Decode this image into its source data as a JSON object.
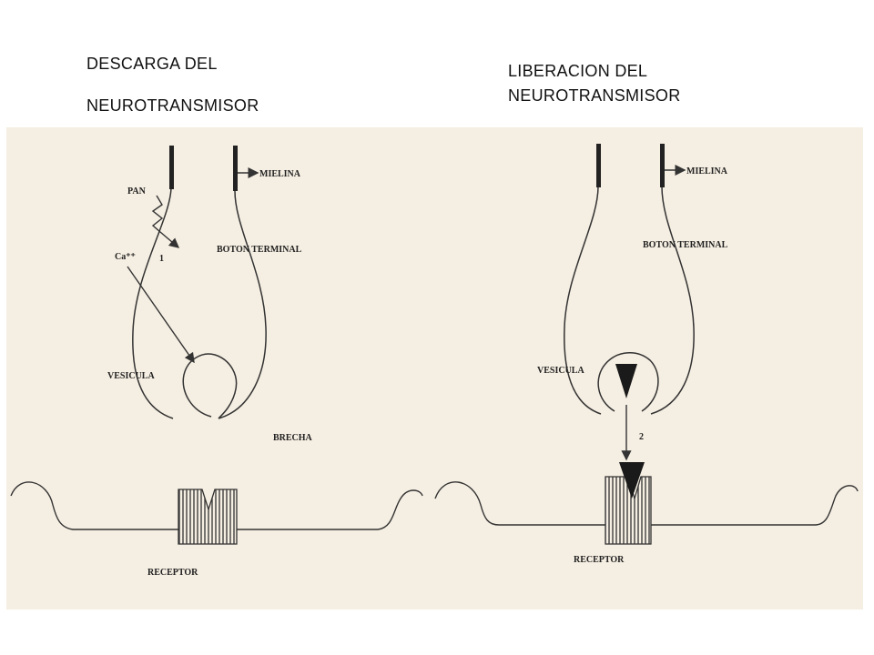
{
  "titles": {
    "left_line1": "DESCARGA DEL",
    "left_line2": "NEUROTRANSMISOR",
    "right_line1": "LIBERACION DEL",
    "right_line2": "NEUROTRANSMISOR"
  },
  "left_labels": {
    "pan": "PAN",
    "ca": "Ca⁺⁺",
    "step": "1",
    "mielina": "MIELINA",
    "boton": "BOTON TERMINAL",
    "vesicula": "VESICULA",
    "brecha": "BRECHA",
    "receptor": "RECEPTOR"
  },
  "right_labels": {
    "mielina": "MIELINA",
    "boton": "BOTON TERMINAL",
    "vesicula": "VESICULA",
    "step": "2",
    "receptor": "RECEPTOR"
  },
  "colors": {
    "panel_bg": "#f5eee2",
    "line": "#333333"
  }
}
